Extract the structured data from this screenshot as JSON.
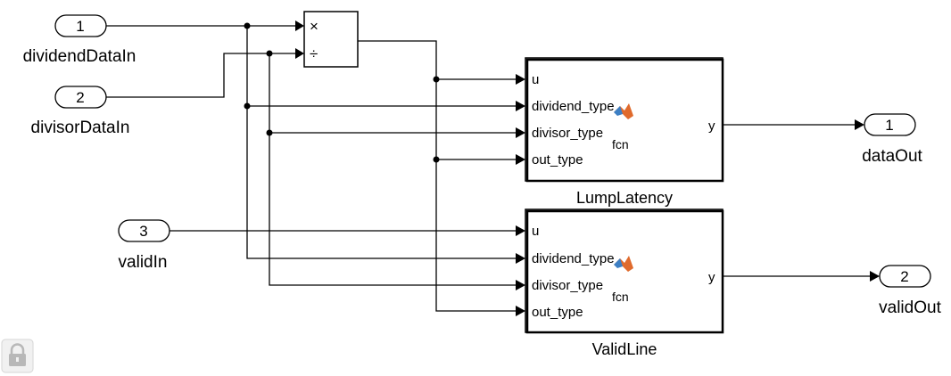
{
  "inports": [
    {
      "number": "1",
      "name": "dividendDataIn"
    },
    {
      "number": "2",
      "name": "divisorDataIn"
    },
    {
      "number": "3",
      "name": "validIn"
    }
  ],
  "outports": [
    {
      "number": "1",
      "name": "dataOut"
    },
    {
      "number": "2",
      "name": "validOut"
    }
  ],
  "product_block": {
    "multiply_sign": "×",
    "divide_sign": "÷"
  },
  "function_blocks": [
    {
      "name": "LumpLatency",
      "inputs": [
        "u",
        "dividend_type",
        "divisor_type",
        "out_type"
      ],
      "output": "y",
      "icon_text": "fcn",
      "icon": "matlab-function-icon"
    },
    {
      "name": "ValidLine",
      "inputs": [
        "u",
        "dividend_type",
        "divisor_type",
        "out_type"
      ],
      "output": "y",
      "icon_text": "fcn",
      "icon": "matlab-function-icon"
    }
  ],
  "lock_icon": "lock-icon",
  "colors": {
    "line": "#000000",
    "background": "#ffffff",
    "matlab_blue": "#3d7fc4",
    "matlab_orange": "#e06a2c"
  }
}
